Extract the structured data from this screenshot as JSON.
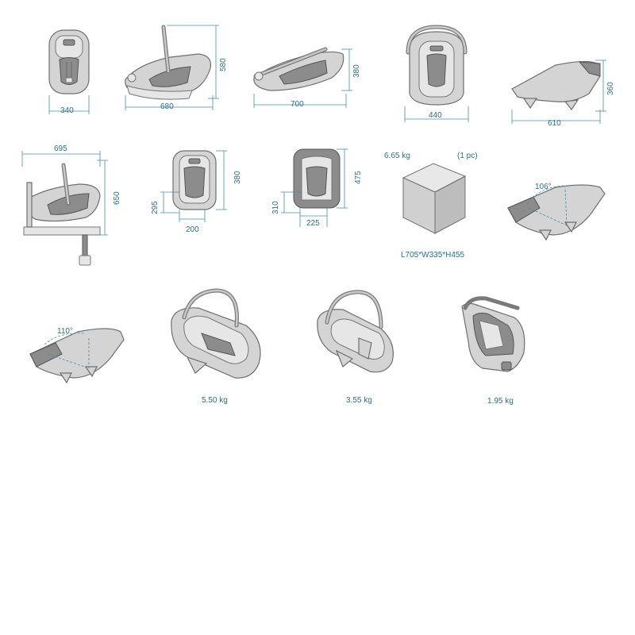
{
  "dimensions": {
    "front_width": "340",
    "side_length": "680",
    "side_height": "580",
    "recline_length": "700",
    "recline_height": "380",
    "top_width": "440",
    "shell_length": "610",
    "shell_height": "360",
    "base_length": "695",
    "base_height": "650",
    "inner_height": "380",
    "inner_seat": "295",
    "inner_width": "200",
    "back_height": "475",
    "back_seat": "310",
    "back_width": "225"
  },
  "package": {
    "weight": "6.65 kg",
    "quantity": "(1 pc)",
    "size": "L705*W335*H455"
  },
  "angles": {
    "angle_a": "106°",
    "angle_b": "110°"
  },
  "weights": {
    "full_seat": "5.50 kg",
    "shell": "3.55 kg",
    "insert": "1.95 kg"
  },
  "colors": {
    "annotation": "#2f6f86",
    "product_grey": "#d4d4d4",
    "outline": "#6f6f6f"
  }
}
